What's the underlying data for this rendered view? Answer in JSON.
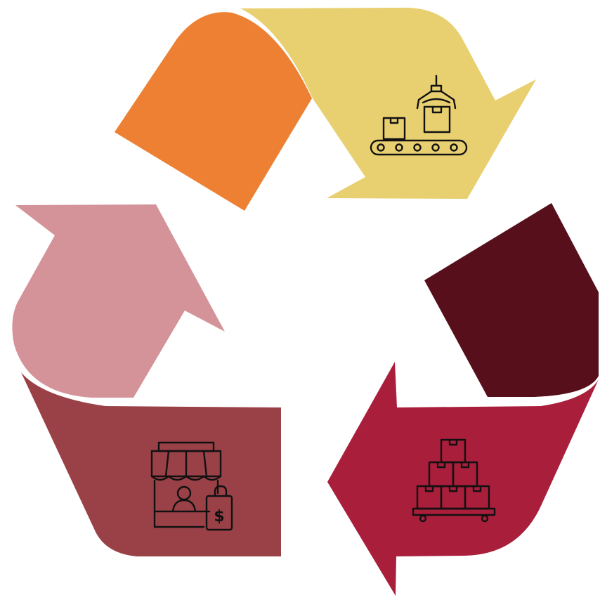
{
  "diagram": {
    "type": "recycling-cycle",
    "segments": [
      {
        "id": "top-orange",
        "color": "#ED8033"
      },
      {
        "id": "top-yellow-arrow",
        "color": "#E8D070",
        "icon": "conveyor-robot-arm-icon"
      },
      {
        "id": "right-dark",
        "color": "#560F1B"
      },
      {
        "id": "bottom-right-crimson-arrow",
        "color": "#A91E3B",
        "icon": "stacked-boxes-pallet-icon"
      },
      {
        "id": "bottom-left-maroon",
        "color": "#9A4148",
        "icon": "market-stall-shopping-icon"
      },
      {
        "id": "left-pink-arrow",
        "color": "#D39398"
      }
    ],
    "icon_currency_symbol": "$"
  }
}
